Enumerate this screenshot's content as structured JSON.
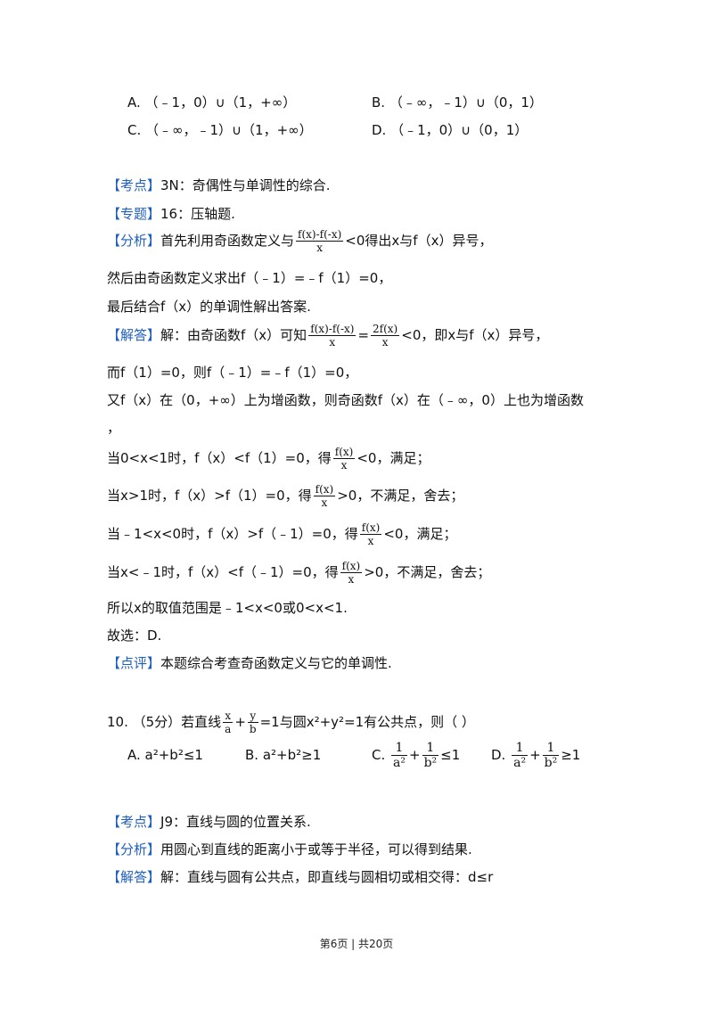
{
  "q9_options": {
    "a": "A.  （﹣1，0）∪（1，+∞）",
    "b": "B.  （﹣∞，﹣1）∪（0，1）",
    "c": "C.  （﹣∞，﹣1）∪（1，+∞）",
    "d": "D.  （﹣1，0）∪（0，1）"
  },
  "q9_solution": {
    "kaodian_tag": "【考点】",
    "kaodian": "3N：奇偶性与单调性的综合.",
    "zhuanti_tag": "【专题】",
    "zhuanti": "16：压轴题.",
    "fenxi_tag": "【分析】",
    "fenxi_pre": "首先利用奇函数定义与",
    "fenxi_num": "f(x)-f(-x)",
    "fenxi_den": "x",
    "fenxi_post": "<0得出x与f（x）异号，",
    "fenxi_line2": "然后由奇函数定义求出f（﹣1）=﹣f（1）=0，",
    "fenxi_line3": "最后结合f（x）的单调性解出答案.",
    "jieda_tag": "【解答】",
    "jieda_pre": "解：由奇函数f（x）可知",
    "jieda_num1": "f(x)-f(-x)",
    "jieda_den1": "x",
    "jieda_eq": "=",
    "jieda_num2": "2f(x)",
    "jieda_den2": "x",
    "jieda_post": "<0，即x与f（x）异号，",
    "line_f1": "而f（1）=0，则f（﹣1）=﹣f（1）=0，",
    "line_inc": "又f（x）在（0，+∞）上为增函数，则奇函数f（x）在（﹣∞，0）上也为增函数",
    "line_comma": "，",
    "case1_pre": "当0<x<1时，f（x）<f（1）=0，得",
    "case1_post": "<0，满足；",
    "case2_pre": "当x>1时，f（x）>f（1）=0，得",
    "case2_post": ">0，不满足，舍去；",
    "case3_pre": "当﹣1<x<0时，f（x）>f（﹣1）=0，得",
    "case3_post": "<0，满足；",
    "case4_pre": "当x<﹣1时，f（x）<f（﹣1）=0，得",
    "case4_post": ">0，不满足，舍去；",
    "frac_num": "f(x)",
    "frac_den": "x",
    "range": "所以x的取值范围是﹣1<x<0或0<x<1.",
    "answer": "故选：D.",
    "dianping_tag": "【点评】",
    "dianping": "本题综合考查奇函数定义与它的单调性."
  },
  "q10": {
    "stem_pre": "10.  （5分）若直线",
    "x": "x",
    "a": "a",
    "plus": "+",
    "y": "y",
    "b": "b",
    "stem_post": "=1与圆x²+y²=1有公共点，则（      ）",
    "opt_a": "A.  a²+b²≤1",
    "opt_b": "B.  a²+b²≥1",
    "opt_c_label": "C.",
    "opt_d_label": "D.",
    "one": "1",
    "a2": "a²",
    "b2": "b²",
    "opt_c_rel": "≤1",
    "opt_d_rel": "≥1",
    "kaodian_tag": "【考点】",
    "kaodian": "J9：直线与圆的位置关系.",
    "fenxi_tag": "【分析】",
    "fenxi": "用圆心到直线的距离小于或等于半径，可以得到结果.",
    "jieda_tag": "【解答】",
    "jieda": "解：直线与圆有公共点，即直线与圆相切或相交得：d≤r"
  },
  "footer": "第6页 | 共20页"
}
